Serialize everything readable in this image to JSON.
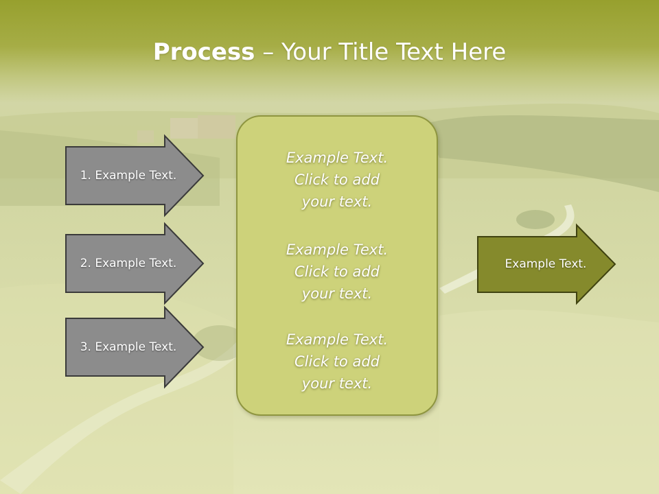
{
  "title": {
    "strong": "Process",
    "rest": " – Your Title Text Here"
  },
  "inputs": [
    {
      "label": "1. Example Text."
    },
    {
      "label": "2. Example Text."
    },
    {
      "label": "3. Example Text."
    }
  ],
  "center_blocks": [
    {
      "lines": [
        "Example Text.",
        "Click  to add",
        "your text."
      ]
    },
    {
      "lines": [
        "Example Text.",
        "Click  to add",
        "your text."
      ]
    },
    {
      "lines": [
        "Example Text.",
        "Click  to add",
        "your text."
      ]
    }
  ],
  "output": {
    "label": "Example Text."
  },
  "colors": {
    "title_band": "#97a02e",
    "input_arrow_fill": "#8c8c8c",
    "input_arrow_stroke": "#3a3a3a",
    "center_fill": "#cdd27a",
    "center_stroke": "#8e9540",
    "output_arrow_fill": "#858a2c",
    "output_arrow_stroke": "#3f4210"
  }
}
